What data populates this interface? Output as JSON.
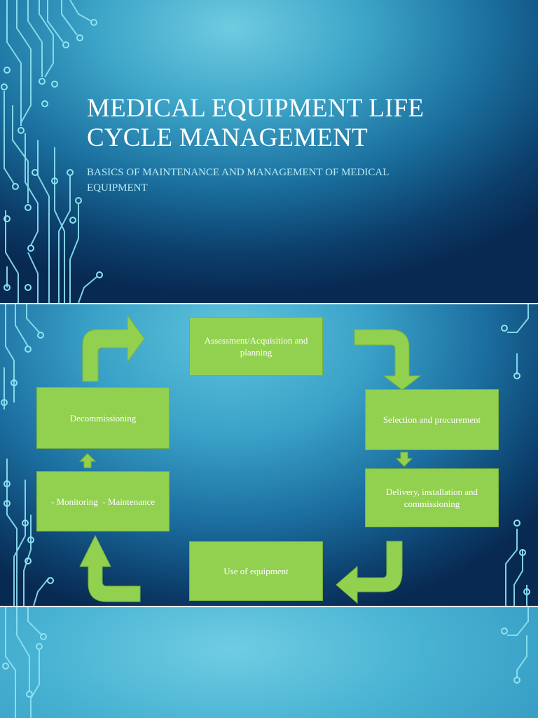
{
  "title_slide": {
    "title": "MEDICAL EQUIPMENT LIFE CYCLE MANAGEMENT",
    "subtitle": "BASICS OF MAINTENANCE AND MANAGEMENT OF MEDICAL EQUIPMENT"
  },
  "cycle_slide": {
    "stages": {
      "assessment": "Assessment/Acquisition and planning",
      "selection": "Selection and procurement",
      "delivery": "Delivery, installation and commissioning",
      "use": "Use of equipment",
      "monitoring": "- Monitoring  - Maintenance",
      "decommissioning": "Decommissioning"
    }
  },
  "colors": {
    "box_fill": "#92d050",
    "box_text": "#ffffff",
    "title_text": "#ffffff",
    "subtitle_text": "#b8ecf7",
    "circuit_lines": "#8fe3f2"
  }
}
